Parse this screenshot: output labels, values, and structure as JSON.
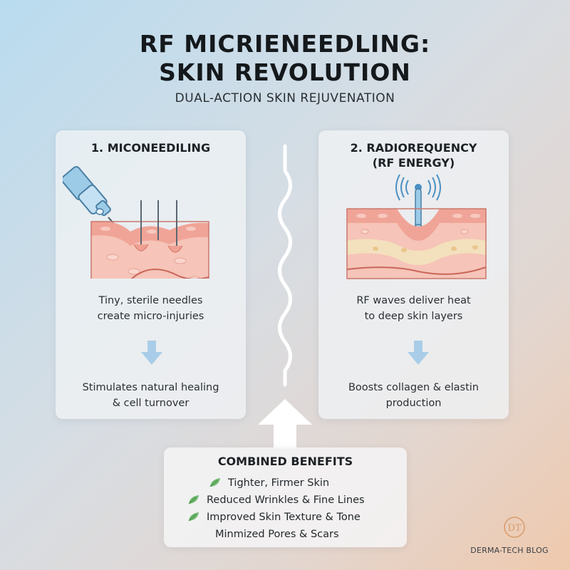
{
  "header": {
    "title_line1": "RF MICRIENEEDLING:",
    "title_line2": "SKIN REVOLUTION",
    "subtitle": "DUAL-ACTION SKIN REJUVENATION"
  },
  "cards": [
    {
      "heading_line1": "1. MICONEEDILING",
      "heading_line2": "",
      "text1_line1": "Tiny, sterile needles",
      "text1_line2": "create micro-injuries",
      "text2_line1": "Stimulates natural healing",
      "text2_line2": "& cell turnover",
      "icon": "microneedling-pen-icon"
    },
    {
      "heading_line1": "2. RADIOREQUENCY",
      "heading_line2": "(RF ENERGY)",
      "text1_line1": "RF waves deliver heat",
      "text1_line2": "to deep skin layers",
      "text2_line1": "Boosts collagen & elastin",
      "text2_line2": "production",
      "icon": "rf-probe-icon"
    }
  ],
  "benefits": {
    "title": "COMBINED BENEFITS",
    "items": [
      "Tighter, Firmer Skin",
      "Reduced Wrinkles & Fine Lines",
      "Improved Skin Texture & Tone",
      "Minmized Pores & Scars"
    ],
    "icon": "leaf-icon"
  },
  "brand": {
    "monogram": "DT",
    "name": "DERMA-TECH BLOG",
    "accent": "#d89a6a"
  },
  "colors": {
    "needle_blue": "#9ccbe8",
    "skin_pink": "#f2b2a4",
    "arrow_blue": "#a9cde8"
  }
}
